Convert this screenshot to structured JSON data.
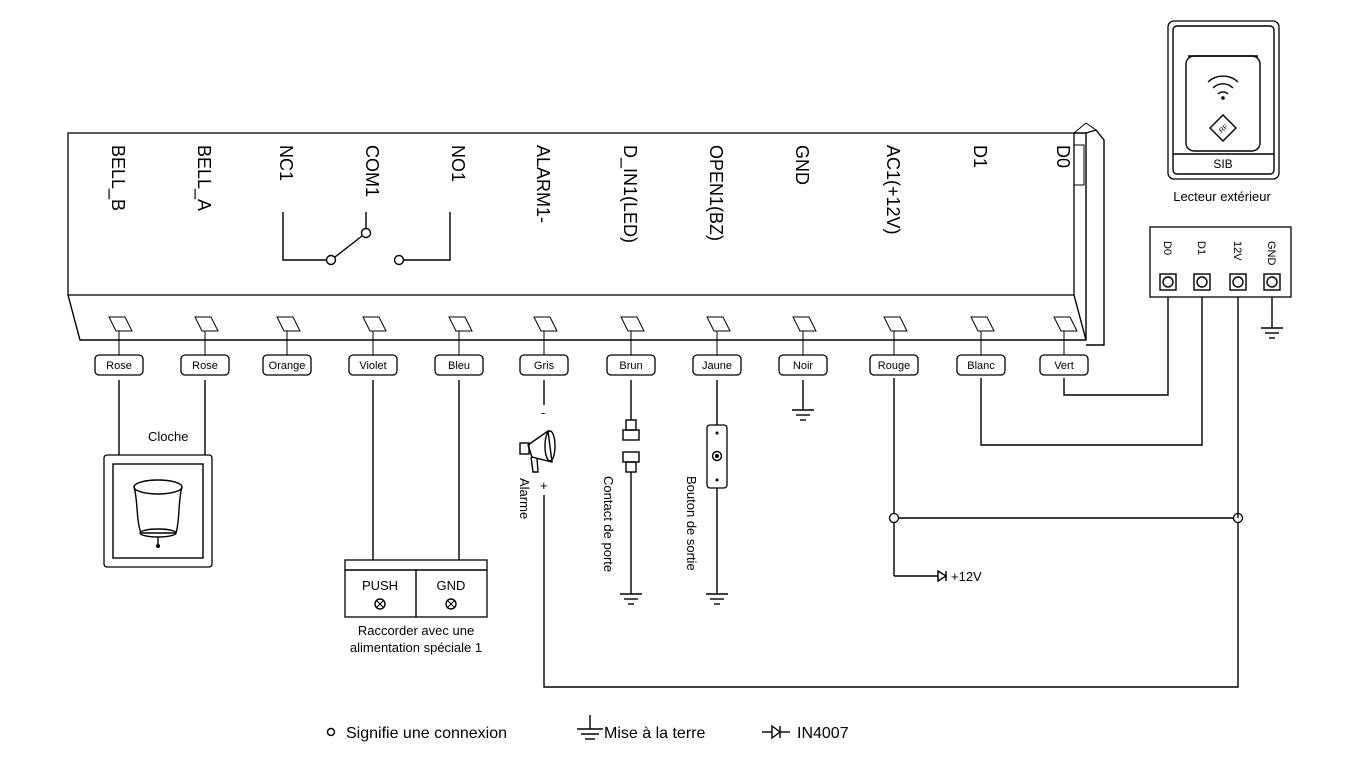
{
  "terminals": [
    {
      "label": "BELL_B",
      "color": "Rose"
    },
    {
      "label": "BELL_A",
      "color": "Rose"
    },
    {
      "label": "NC1",
      "color": "Orange"
    },
    {
      "label": "COM1",
      "color": "Violet"
    },
    {
      "label": "NO1",
      "color": "Bleu"
    },
    {
      "label": "ALARM1-",
      "color": "Gris"
    },
    {
      "label": "D_IN1(LED)",
      "color": "Brun"
    },
    {
      "label": "OPEN1(BZ)",
      "color": "Jaune"
    },
    {
      "label": "GND",
      "color": "Noir"
    },
    {
      "label": "AC1(+12V)",
      "color": "Rouge"
    },
    {
      "label": "D1",
      "color": "Blanc"
    },
    {
      "label": "D0",
      "color": "Vert"
    }
  ],
  "reader": {
    "caption": "Lecteur extérieur",
    "brand": "SIB",
    "rf": "RF",
    "pins": [
      "D0",
      "D1",
      "12V",
      "GND"
    ]
  },
  "bell": {
    "label": "Cloche"
  },
  "power_supply": {
    "push": "PUSH",
    "gnd": "GND",
    "note_line1": "Raccorder avec une",
    "note_line2": "alimentation spéciale 1"
  },
  "alarm": {
    "label": "Alarme",
    "minus": "-",
    "plus": "+"
  },
  "door_contact": {
    "label": "Contact de porte"
  },
  "exit_button": {
    "label": "Bouton de sortie"
  },
  "supply_out": {
    "label": "+12V"
  },
  "legend": {
    "connection": "Signifie une connexion",
    "earth": "Mise à la terre",
    "diode": "IN4007"
  }
}
